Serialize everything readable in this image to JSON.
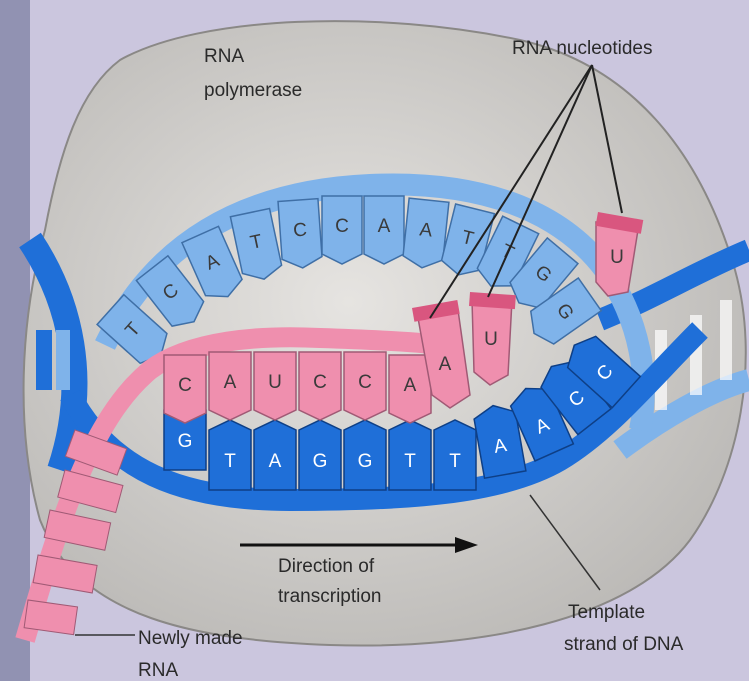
{
  "labels": {
    "polymerase_line1": "RNA",
    "polymerase_line2": "polymerase",
    "nucleotides": "RNA nucleotides",
    "direction_line1": "Direction of",
    "direction_line2": "transcription",
    "template_line1": "Template",
    "template_line2": "strand of DNA",
    "newly_line1": "Newly made",
    "newly_line2": "RNA"
  },
  "sequences": {
    "coding_top": [
      "T",
      "C",
      "A",
      "T",
      "C",
      "C",
      "A",
      "A",
      "T",
      "T",
      "G",
      "G"
    ],
    "rna_strand": [
      "C",
      "A",
      "U",
      "C",
      "C",
      "A"
    ],
    "template_strand": [
      "G",
      "T",
      "A",
      "G",
      "G",
      "T",
      "T",
      "A",
      "A",
      "C",
      "C"
    ],
    "free_nucleotides": [
      "A",
      "U",
      "U"
    ]
  },
  "colors": {
    "light_blue": "#7fb3ea",
    "dark_blue": "#1f6fd8",
    "pink": "#ef8fae",
    "polymerase": "#d9d7d4",
    "background": "#c9c4dc"
  }
}
